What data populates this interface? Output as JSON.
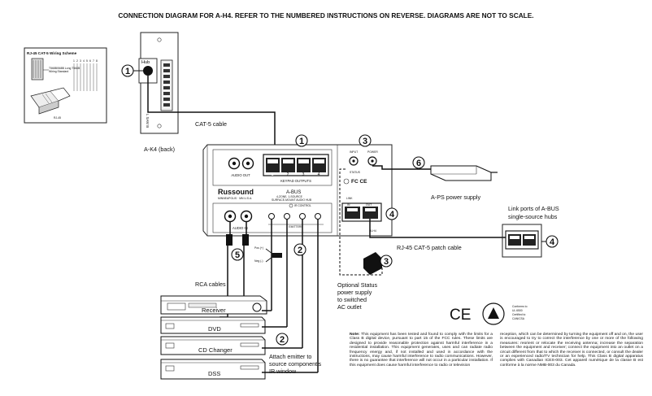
{
  "heading": "CONNECTION DIAGRAM FOR A-H4. REFER TO THE NUMBERED INSTRUCTIONS ON REVERSE. DIAGRAMS ARE NOT TO SCALE.",
  "wiring_scheme": {
    "title": "RJ-45 CAT-5 Wiring Scheme",
    "standard_line1": "T568B/568B Long T568B",
    "standard_line2": "Wiring Standard",
    "connector_label": "RJ-45",
    "pins": [
      "1",
      "2",
      "3",
      "4",
      "5",
      "6",
      "7",
      "8"
    ]
  },
  "ak4": {
    "hub_label": "Hub",
    "side_label": "L SAM B",
    "caption": "A-K4 (back)",
    "callout": "1"
  },
  "cat5_label": "CAT-5 cable",
  "hub_unit": {
    "brand": "Russound",
    "brand_sub": "MINNEAPOLIS · MN U.S.A.",
    "abus_title": "A-BUS",
    "abus_sub1": "4-ZONE, 1-SOURCE",
    "abus_sub2": "SURFACE-MOUNT AUDIO HUB",
    "ir_label": "IR CONTROL",
    "keypad_label": "KEYPAD OUTPUTS",
    "emitters_label": "EMITTERS",
    "audio_out_label": "AUDIO OUT",
    "audio_in_label": "AUDIO IN",
    "input_label": "INPUT",
    "power_label": "POWER",
    "status_label": "STATUS",
    "link_label": "LINK",
    "model": "A-H4",
    "fcc": "FC CE",
    "ports": [
      "1",
      "2",
      "3",
      "4"
    ],
    "link_ports": [
      "IN",
      "OUT"
    ]
  },
  "callouts": {
    "keypad": "1",
    "power_in": "3",
    "power_supply": "6",
    "link": "4",
    "link_remote": "4",
    "status_plug": "3",
    "emitter": "2",
    "emitter_dvd": "2",
    "rca": "5"
  },
  "aps_label": "A-PS power supply",
  "link_hubs_label1": "Link ports of A-BUS",
  "link_hubs_label2": "single-source hubs",
  "patch_cable_label": "RJ-45 CAT-5 patch cable",
  "optional_status": [
    "Optional Status",
    "power supply",
    "to switched",
    "AC outlet"
  ],
  "rca_cables_label": "RCA cables",
  "polarity": {
    "pos": "Pos (+)",
    "neg": "Neg (-)"
  },
  "components": [
    {
      "label": "Receiver"
    },
    {
      "label": "DVD"
    },
    {
      "label": "CD Changer"
    },
    {
      "label": "DSS"
    }
  ],
  "emitter_note": [
    "Attach emitter to",
    "source component's",
    "IR window"
  ],
  "cert": {
    "ce": "CE",
    "line1": "Conforms to",
    "line2": "UL 6500",
    "line3": "Certified to",
    "line4": "CAN/CSA"
  },
  "notice_left": "This equipment has been tested and found to comply with the limits for a Class B digital device, pursuant to part 15 of the FCC rules. These limits are designed to provide reasonable protection against harmful interference in a residential installation. This equipment generates, uses and can radiate radio frequency energy and, if not installed and used in accordance with the instructions, may cause harmful interference to radio communications. However, there is no guarantee that interference will not occur in a particular installation. If this equipment does cause harmful interference to radio or television",
  "notice_left_lead": "Note:",
  "notice_right": "reception, which can be determined by turning the equipment off and on, the user is encouraged to try to correct the interference by one or more of the following measures: reorient or relocate the receiving antenna; increase the separation between the equipment and receiver; connect the equipment into an outlet on a circuit different from that to which the receiver is connected, or consult the dealer or an experienced radio/TV technician for help. This Class B digital apparatus complies with Canadian ICES-003. Cet appareil numérique de la classe B est conforme à la norme NMB-003 du Canada."
}
